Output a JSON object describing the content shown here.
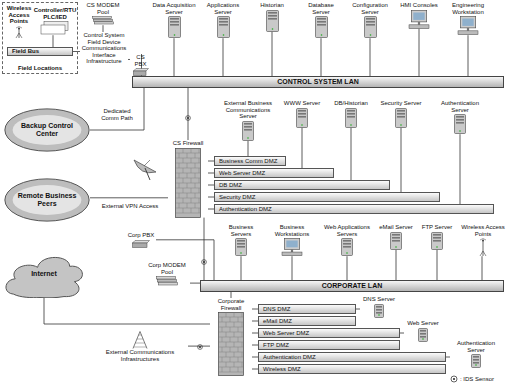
{
  "diagram": {
    "nodes": [
      {
        "text": [
          "Field Locations"
        ]
      },
      {
        "text": [
          "Wireless Access Points"
        ],
        "in": 0
      },
      {
        "text": [
          "Controller/RTU PLC/IED"
        ],
        "in": 0
      },
      {
        "text": [
          "Field Bus"
        ],
        "in": 0
      },
      {
        "text": [
          "CS MODEM Pool"
        ]
      },
      {
        "text": [
          "CS PBX"
        ]
      },
      {
        "text": [
          "Data Acquisition Server"
        ]
      },
      {
        "text": [
          "Applications Server"
        ]
      },
      {
        "text": [
          "Historian"
        ]
      },
      {
        "text": [
          "Database Server"
        ]
      },
      {
        "text": [
          "Configuration Server"
        ]
      },
      {
        "text": [
          "HMI Consoles"
        ]
      },
      {
        "text": [
          "Engineering Workstation"
        ]
      },
      {
        "text": [
          "Control System Field Device Communications Interface Infrastructure"
        ]
      },
      {
        "text": [
          "CONTROL SYSTEM LAN"
        ]
      },
      {
        "text": [
          "Backup Control Center"
        ]
      },
      {
        "text": [
          "Remote Business Peers"
        ]
      },
      {
        "text": [
          "Internet"
        ]
      },
      {
        "text": [
          "External Business Communications Server"
        ]
      },
      {
        "text": [
          "WWW Server"
        ]
      },
      {
        "text": [
          "DB/Historian"
        ]
      },
      {
        "text": [
          "Security Server"
        ]
      },
      {
        "text": [
          "Authentication Server"
        ]
      },
      {
        "text": [
          "CS Firewall"
        ]
      },
      {
        "text": [
          "Business Comm DMZ"
        ]
      },
      {
        "text": [
          "Web Server DMZ"
        ]
      },
      {
        "text": [
          "DB DMZ"
        ]
      },
      {
        "text": [
          "Security DMZ"
        ]
      },
      {
        "text": [
          "Authentication DMZ"
        ]
      },
      {
        "text": [
          "Corp PBX"
        ]
      },
      {
        "text": [
          "Corp MODEM Pool"
        ]
      },
      {
        "text": [
          "Business Servers"
        ]
      },
      {
        "text": [
          "Business Workstations"
        ]
      },
      {
        "text": [
          "Web Applications Servers"
        ]
      },
      {
        "text": [
          "eMail Server"
        ]
      },
      {
        "text": [
          "FTP Server"
        ]
      },
      {
        "text": [
          "Wireless Access Points"
        ]
      },
      {
        "text": [
          "CORPORATE LAN"
        ]
      },
      {
        "text": [
          "DNS Server"
        ]
      },
      {
        "text": [
          "Web Server"
        ]
      },
      {
        "text": [
          "Authentication Server"
        ]
      },
      {
        "text": [
          "Corporate Firewall"
        ]
      },
      {
        "text": [
          "DNS DMZ"
        ]
      },
      {
        "text": [
          "eMail DMZ"
        ]
      },
      {
        "text": [
          "Web Server DMZ"
        ]
      },
      {
        "text": [
          "FTP DMZ"
        ]
      },
      {
        "text": [
          "Authentication DMZ"
        ]
      },
      {
        "text": [
          "Wireless DMZ"
        ]
      },
      {
        "text": [
          "External Communications Infrastructures"
        ]
      }
    ],
    "edges": [
      {
        "from": 2,
        "to": 3,
        "arrow": "none"
      },
      {
        "from": 3,
        "to": 13,
        "arrow": "none"
      },
      {
        "from": 13,
        "to": 4,
        "arrow": "none"
      },
      {
        "from": 13,
        "to": 5,
        "arrow": "none"
      },
      {
        "from": 5,
        "to": 14,
        "arrow": "none"
      },
      {
        "from": 6,
        "to": 14,
        "arrow": "none"
      },
      {
        "from": 7,
        "to": 14,
        "arrow": "none"
      },
      {
        "from": 8,
        "to": 14,
        "arrow": "none"
      },
      {
        "from": 9,
        "to": 14,
        "arrow": "none"
      },
      {
        "from": 10,
        "to": 14,
        "arrow": "none"
      },
      {
        "from": 11,
        "to": 14,
        "arrow": "none"
      },
      {
        "from": 12,
        "to": 14,
        "arrow": "none"
      },
      {
        "from": 15,
        "to": 14,
        "arrow": "none"
      },
      {
        "from": 16,
        "to": 23,
        "arrow": "none"
      },
      {
        "from": 14,
        "to": 23,
        "arrow": "none"
      },
      {
        "from": 23,
        "to": 24,
        "arrow": "none"
      },
      {
        "from": 23,
        "to": 25,
        "arrow": "none"
      },
      {
        "from": 23,
        "to": 26,
        "arrow": "none"
      },
      {
        "from": 23,
        "to": 27,
        "arrow": "none"
      },
      {
        "from": 23,
        "to": 28,
        "arrow": "none"
      },
      {
        "from": 18,
        "to": 24,
        "arrow": "none"
      },
      {
        "from": 19,
        "to": 25,
        "arrow": "none"
      },
      {
        "from": 20,
        "to": 26,
        "arrow": "none"
      },
      {
        "from": 21,
        "to": 27,
        "arrow": "none"
      },
      {
        "from": 22,
        "to": 28,
        "arrow": "none"
      },
      {
        "from": 23,
        "to": 37,
        "arrow": "none"
      },
      {
        "from": 29,
        "to": 37,
        "arrow": "none"
      },
      {
        "from": 30,
        "to": 37,
        "arrow": "none"
      },
      {
        "from": 31,
        "to": 37,
        "arrow": "none"
      },
      {
        "from": 32,
        "to": 37,
        "arrow": "none"
      },
      {
        "from": 33,
        "to": 37,
        "arrow": "none"
      },
      {
        "from": 34,
        "to": 37,
        "arrow": "none"
      },
      {
        "from": 35,
        "to": 37,
        "arrow": "none"
      },
      {
        "from": 36,
        "to": 37,
        "arrow": "none"
      },
      {
        "from": 37,
        "to": 41,
        "arrow": "none"
      },
      {
        "from": 41,
        "to": 42,
        "arrow": "none"
      },
      {
        "from": 41,
        "to": 43,
        "arrow": "none"
      },
      {
        "from": 41,
        "to": 44,
        "arrow": "none"
      },
      {
        "from": 41,
        "to": 45,
        "arrow": "none"
      },
      {
        "from": 41,
        "to": 46,
        "arrow": "none"
      },
      {
        "from": 41,
        "to": 47,
        "arrow": "none"
      },
      {
        "from": 38,
        "to": 42,
        "arrow": "none"
      },
      {
        "from": 39,
        "to": 44,
        "arrow": "none"
      },
      {
        "from": 40,
        "to": 46,
        "arrow": "none"
      },
      {
        "from": 17,
        "to": 41,
        "arrow": "none"
      },
      {
        "from": 48,
        "to": 41,
        "arrow": "none"
      }
    ],
    "labels": [
      "Dedicated Comm Path",
      "External VPN Access"
    ],
    "legend": [
      {
        "text": ": IDS Sensor"
      }
    ]
  }
}
